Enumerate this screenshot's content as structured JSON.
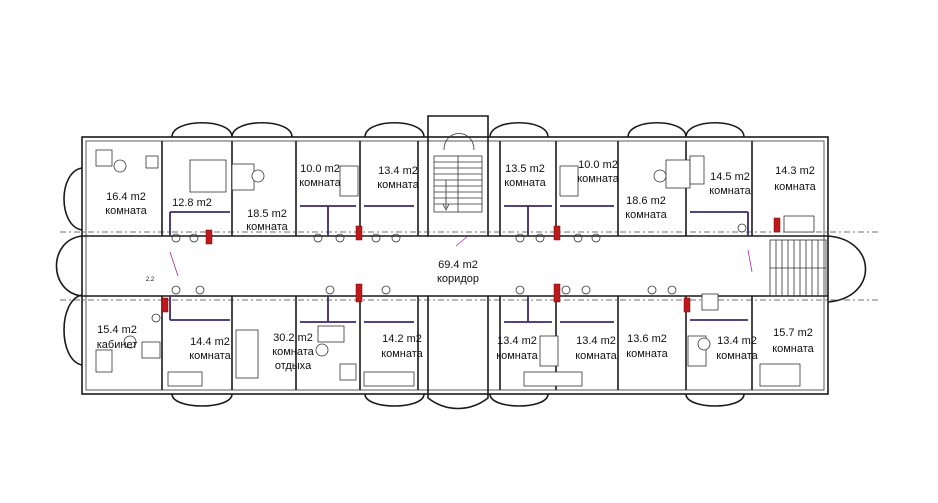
{
  "rooms": [
    {
      "area": "16.4 m2",
      "name": "комната"
    },
    {
      "area": "12.8 m2",
      "name": ""
    },
    {
      "area": "18.5 m2",
      "name": "комната"
    },
    {
      "area": "10.0 m2",
      "name": "комната"
    },
    {
      "area": "13.4 m2",
      "name": "комната"
    },
    {
      "area": "13.5 m2",
      "name": "комната"
    },
    {
      "area": "10.0 m2",
      "name": "комната"
    },
    {
      "area": "18.6 m2",
      "name": "комната"
    },
    {
      "area": "14.5 m2",
      "name": "комната"
    },
    {
      "area": "14.3 m2",
      "name": "комната"
    },
    {
      "area": "69.4 m2",
      "name": "коридор"
    },
    {
      "area": "15.4 m2",
      "name": "кабинет"
    },
    {
      "area": "14.4 m2",
      "name": "комната"
    },
    {
      "area": "30.2 m2",
      "name": "комната",
      "name2": "отдыха"
    },
    {
      "area": "14.2 m2",
      "name": "комната"
    },
    {
      "area": "13.4 m2",
      "name": "комната"
    },
    {
      "area": "13.4 m2",
      "name": "комната"
    },
    {
      "area": "13.6 m2",
      "name": "комната"
    },
    {
      "area": "13.4 m2",
      "name": "комната"
    },
    {
      "area": "15.7 m2",
      "name": "комната"
    }
  ],
  "dimension_mark": "2.2"
}
